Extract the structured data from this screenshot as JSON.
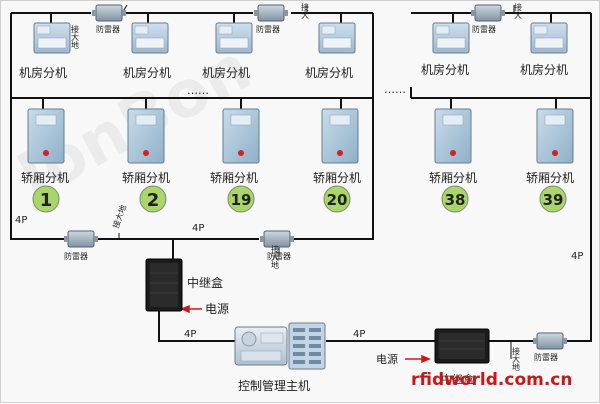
{
  "watermark_logo": "JonBon",
  "machine_room_label": "机房分机",
  "car_label": "轿厢分机",
  "arrester_label": "防雷器",
  "ground_label": "接大地",
  "ground_label_short": "接大",
  "relay_box_label": "中继盒",
  "relay_box_label_2": "中继盒",
  "power_label": "电源",
  "main_unit_label": "控制管理主机",
  "wire_label": "4P",
  "ellipsis": "……",
  "car_numbers": [
    "1",
    "2",
    "19",
    "20",
    "38",
    "39"
  ],
  "footer_watermark": "rfidworld.com.cn",
  "colors": {
    "line": "#111111",
    "badge_fill": "#a9d56a",
    "footer_red": "#c41a1a",
    "power_arrow": "#d01818"
  }
}
